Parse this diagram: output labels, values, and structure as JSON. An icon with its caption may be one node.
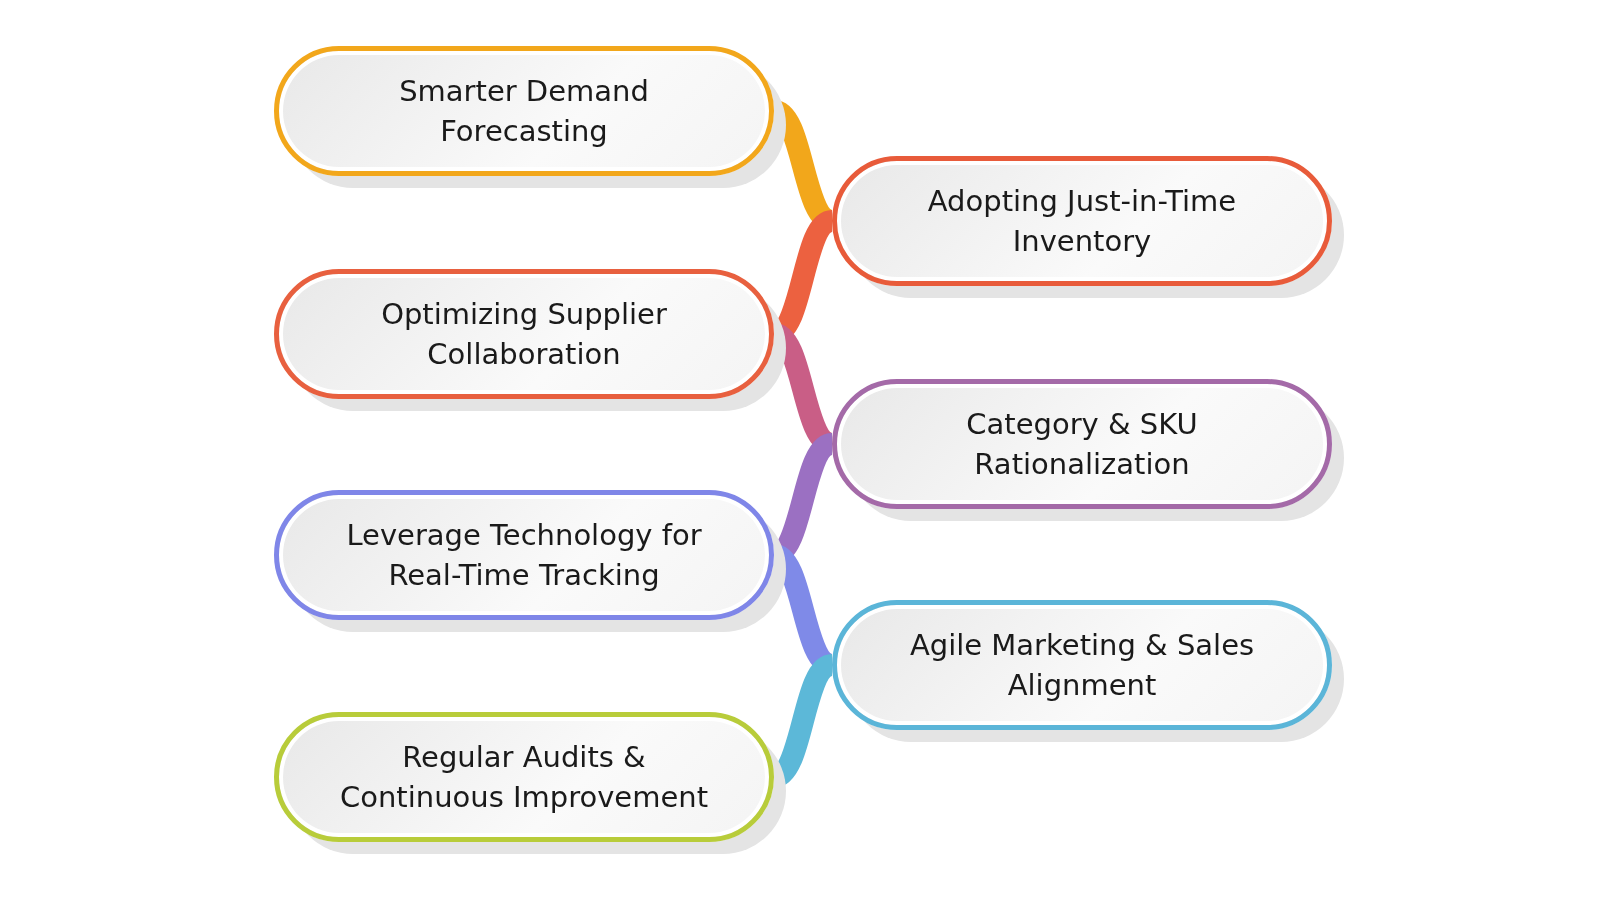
{
  "diagram": {
    "nodes": [
      {
        "text": [
          "Smarter Demand Forecasting"
        ]
      },
      {
        "text": [
          "Adopting Just-in-Time Inventory"
        ]
      },
      {
        "text": [
          "Optimizing Supplier Collaboration"
        ]
      },
      {
        "text": [
          "Category & SKU Rationalization"
        ]
      },
      {
        "text": [
          "Leverage Technology for Real-Time Tracking"
        ]
      },
      {
        "text": [
          "Agile Marketing & Sales Alignment"
        ]
      },
      {
        "text": [
          "Regular Audits & Continuous Improvement"
        ]
      }
    ],
    "edges": [
      {
        "from": 0,
        "to": 1,
        "arrow": "none",
        "color": "#f2a71b"
      },
      {
        "from": 1,
        "to": 2,
        "arrow": "none",
        "color": "#ec6140"
      },
      {
        "from": 2,
        "to": 3,
        "arrow": "none",
        "color": "#c95e86"
      },
      {
        "from": 3,
        "to": 4,
        "arrow": "none",
        "color": "#9b70c2"
      },
      {
        "from": 4,
        "to": 5,
        "arrow": "none",
        "color": "#7f8ae8"
      },
      {
        "from": 5,
        "to": 6,
        "arrow": "none",
        "color": "#5cb8d8"
      }
    ]
  }
}
